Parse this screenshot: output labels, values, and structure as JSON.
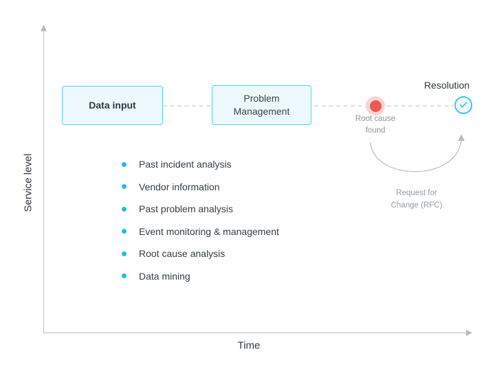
{
  "axes": {
    "y_label": "Service level",
    "x_label": "Time"
  },
  "nodes": {
    "data_input": {
      "label": "Data input"
    },
    "problem_management": {
      "line1": "Problem",
      "line2": "Management"
    },
    "root_cause": {
      "line1": "Root cause",
      "line2": "found"
    },
    "resolution": {
      "label": "Resolution",
      "check_icon": "✓"
    },
    "rfc": {
      "line1": "Request for",
      "line2": "Change (RFC)"
    }
  },
  "checklist": {
    "items": [
      "Past incident analysis",
      "Vendor information",
      "Past problem analysis",
      "Event monitoring & management",
      "Root cause analysis",
      "Data mining"
    ]
  },
  "colors": {
    "accent_cyan": "#2ec6e9",
    "node_fill": "#edf9fd",
    "node_border": "#4ed3ee",
    "bullet_cyan": "#25b9e9",
    "dot_red": "#ee5a50",
    "dot_halo": "#f9d6d3",
    "dark_text": "#2c3940",
    "gray_text": "#8d969b",
    "axis_gray": "#c6c9ca",
    "dash_gray": "#d5d8d9"
  }
}
